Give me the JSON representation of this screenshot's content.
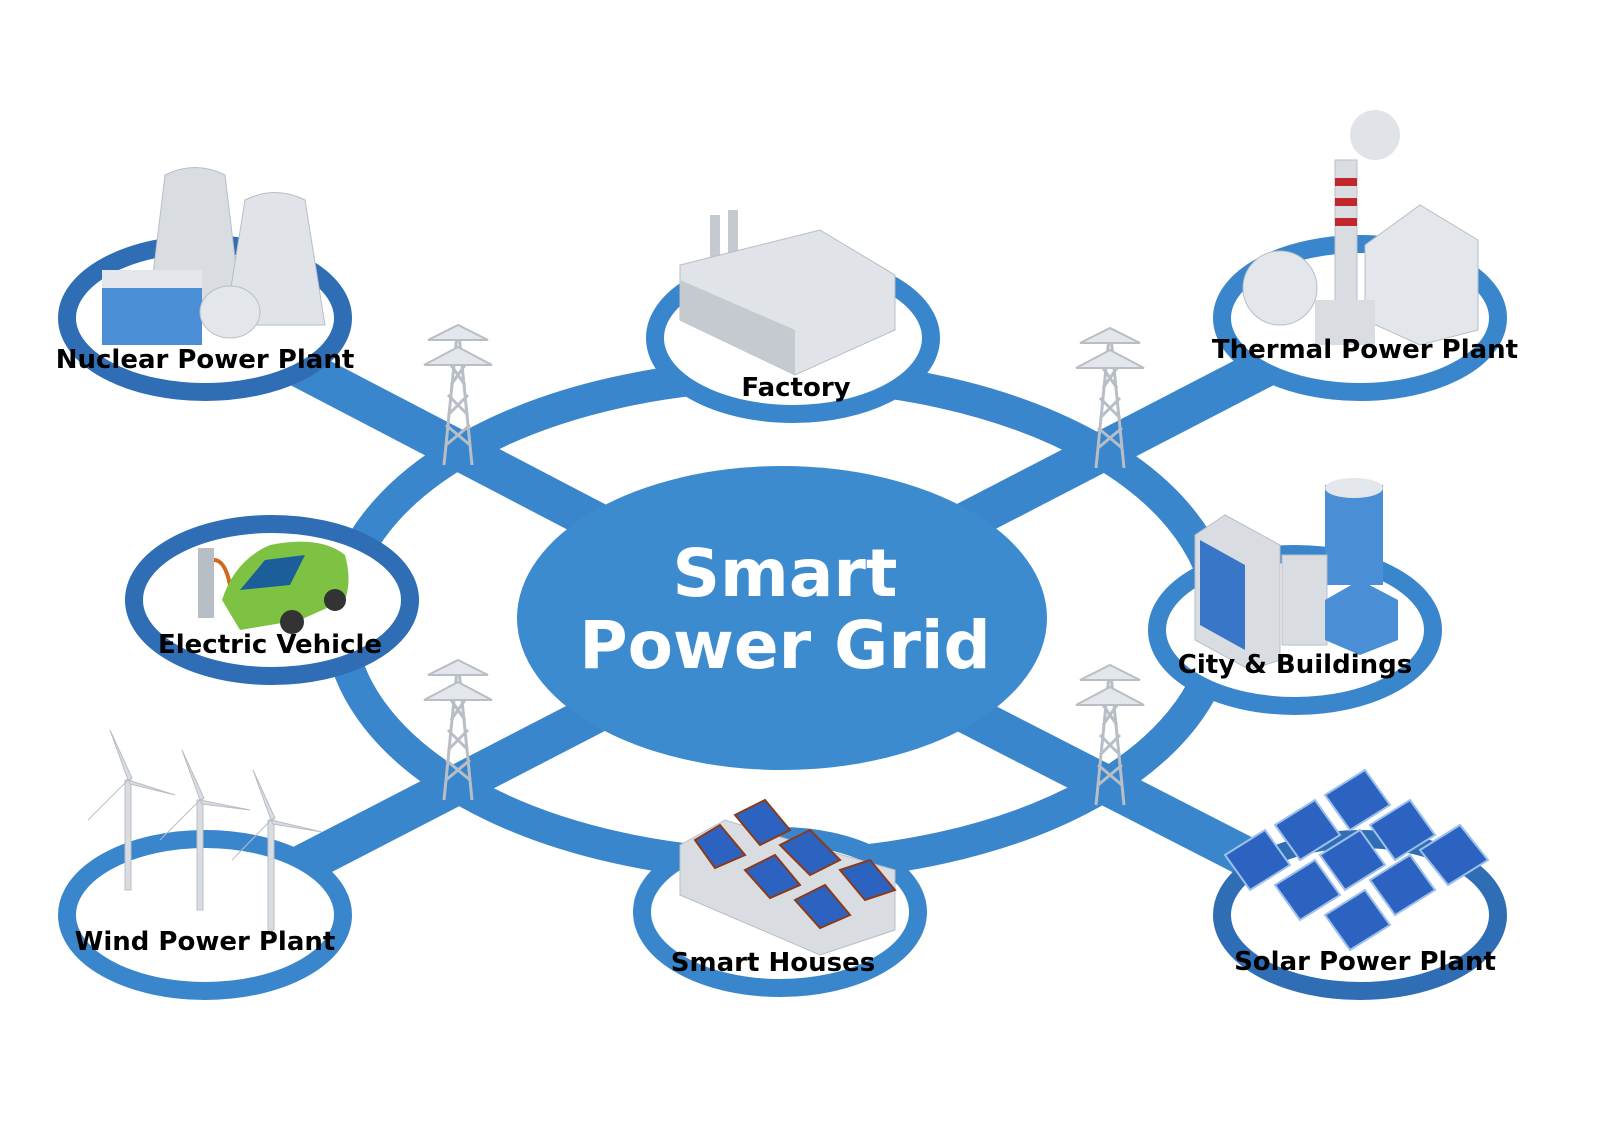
{
  "title": {
    "line1": "Smart",
    "line2": "Power Grid"
  },
  "colors": {
    "primary": "#3a86cc",
    "dark": "#2f6db5",
    "center": "#3d8bcf",
    "icon_gray": "#d9dde2",
    "solar_panel": "#2d63c0",
    "car": "#7dc242"
  },
  "nodes": [
    {
      "label": "Nuclear Power Plant",
      "icon": "nuclear-plant-icon"
    },
    {
      "label": "Factory",
      "icon": "factory-icon"
    },
    {
      "label": "Thermal Power Plant",
      "icon": "thermal-plant-icon"
    },
    {
      "label": "Electric Vehicle",
      "icon": "electric-car-icon"
    },
    {
      "label": "City & Buildings",
      "icon": "buildings-icon"
    },
    {
      "label": "Wind Power Plant",
      "icon": "wind-turbine-icon"
    },
    {
      "label": "Smart Houses",
      "icon": "solar-house-icon"
    },
    {
      "label": "Solar Power Plant",
      "icon": "solar-panel-icon"
    }
  ]
}
